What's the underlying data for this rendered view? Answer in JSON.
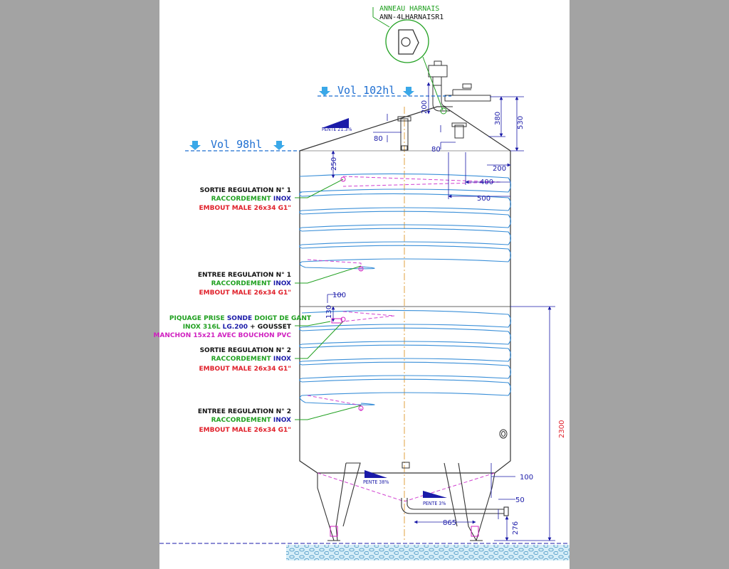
{
  "colors": {
    "background": "#a3a3a3",
    "sheet": "#ffffff",
    "dimension": "#1a1aa8",
    "coil": "#3a8fd8",
    "vessel_line": "#333333",
    "leader_green": "#20a020",
    "note_red": "#e0202a",
    "note_magenta": "#d020c0",
    "dashed_magenta": "#d040d0",
    "axis_orange": "#e0a040",
    "volume_blue": "#1f6fd1",
    "ground": "#9bd0ea"
  },
  "harness": {
    "title": "ANNEAU HARNAIS",
    "ref": "ANN-4LHARNAISR1"
  },
  "volumes": {
    "upper": "Vol 102hl",
    "lower": "Vol 98hl"
  },
  "slopes": {
    "roof": "PENTE 21.3%",
    "cone": "PENTE 38%",
    "outlet": "PENTE 3%"
  },
  "dimensions": {
    "d200_top": "200",
    "d380": "380",
    "d530": "530",
    "d80_left": "80",
    "d80_right": "80",
    "d250": "250",
    "d200_right": "200",
    "d400": "400",
    "d500": "500",
    "d100_probe": "100",
    "d130": "130",
    "d2300": "2300",
    "d100_foot": "100",
    "d50": "50",
    "d865": "865",
    "d276": "276"
  },
  "notes": {
    "sortie1": {
      "title": "SORTIE REGULATION N° 1",
      "raccord": "RACCORDEMENT",
      "inox": "INOX",
      "embout": "EMBOUT MALE 26x34 G1\""
    },
    "entree1": {
      "title": "ENTREE REGULATION N° 1",
      "raccord": "RACCORDEMENT",
      "inox": "INOX",
      "embout": "EMBOUT MALE 26x34 G1\""
    },
    "probe": {
      "piquage": "PIQUAGE PRISE",
      "sonde": "SONDE",
      "doigt": "DOIGT DE GANT",
      "inox316": "INOX 316L",
      "lg": "LG.200",
      "plus_gousset": "+ GOUSSET",
      "manchon": "MANCHON 15x21 AVEC BOUCHON PVC"
    },
    "sortie2": {
      "title": "SORTIE REGULATION N° 2",
      "raccord": "RACCORDEMENT",
      "inox": "INOX",
      "embout": "EMBOUT MALE 26x34 G1\""
    },
    "entree2": {
      "title": "ENTREE REGULATION N° 2",
      "raccord": "RACCORDEMENT",
      "inox": "INOX",
      "embout": "EMBOUT MALE 26x34 G1\""
    }
  }
}
